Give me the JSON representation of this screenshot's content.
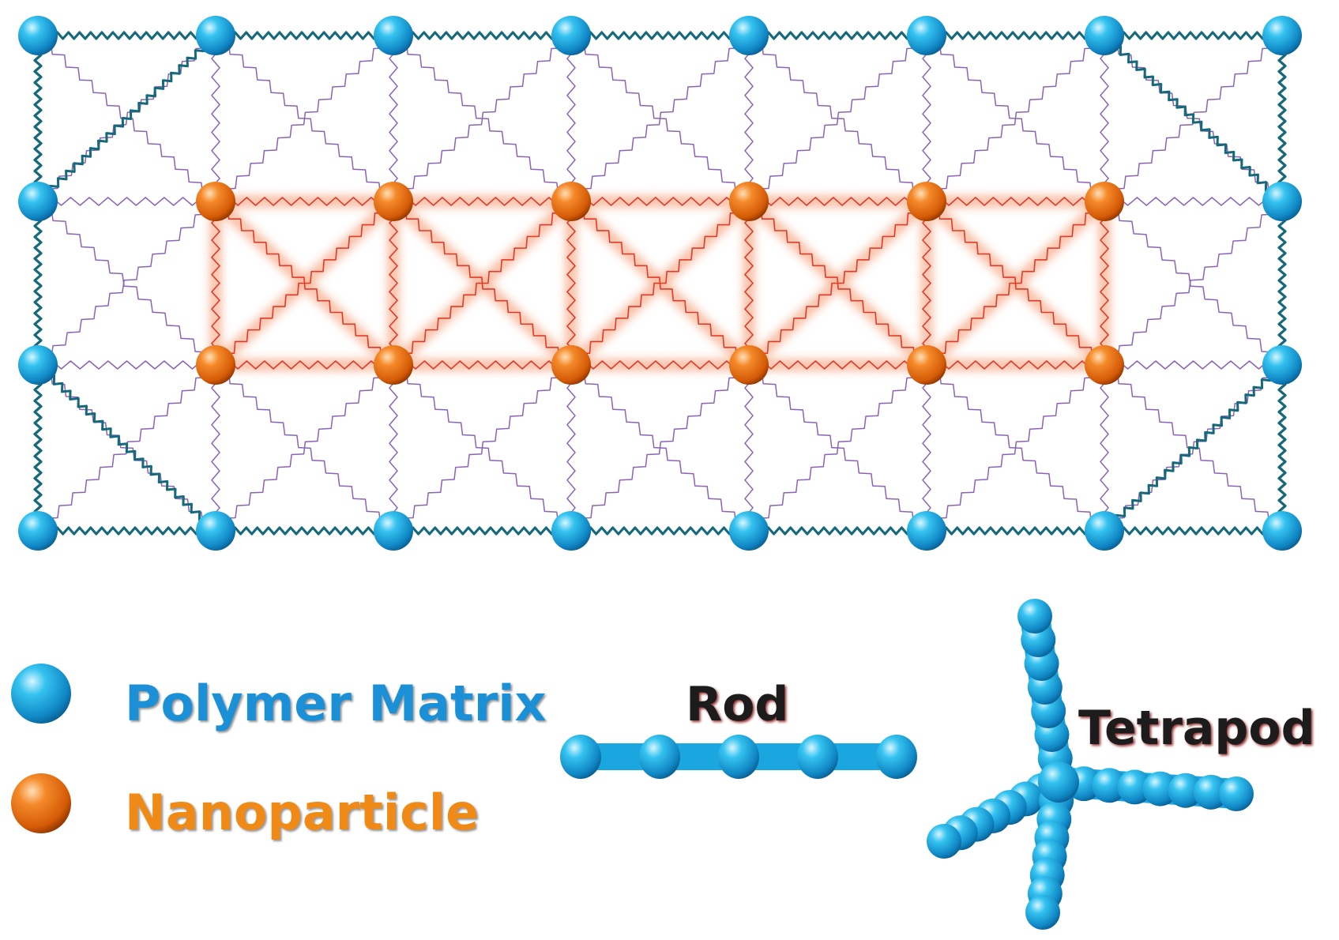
{
  "legend": {
    "polymer_label": "Polymer Matrix",
    "nanoparticle_label": "Nanoparticle"
  },
  "shapes": {
    "rod_label": "Rod",
    "tetrapod_label": "Tetrapod"
  },
  "colors": {
    "polymer_bead": "#1aa7e0",
    "nanoparticle_bead": "#e86c10",
    "matrix_spring": "#8a63b5",
    "boundary_spring": "#16697a",
    "nano_spring": "#e03a2a",
    "nano_glow": "#f6a07a"
  },
  "network": {
    "columns": 8,
    "rows": 4,
    "nanoparticle_columns": [
      1,
      2,
      3,
      4,
      5,
      6
    ],
    "nanoparticle_rows": [
      1,
      2
    ]
  }
}
